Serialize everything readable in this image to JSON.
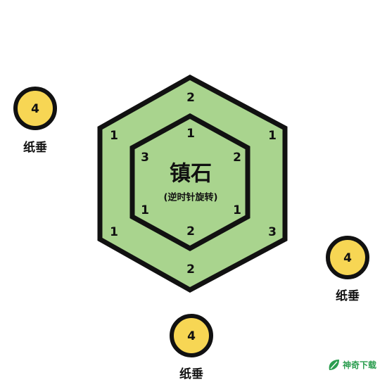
{
  "stone": {
    "title": "镇石",
    "subtitle": "(逆时针旋转)",
    "fill_color": "#a9d48e",
    "stroke_color": "#111111",
    "outer_ring": [
      "2",
      "1",
      "3",
      "2",
      "1",
      "1"
    ],
    "inner_ring": [
      "1",
      "2",
      "1",
      "2",
      "1",
      "3"
    ]
  },
  "weights": [
    {
      "value": "4",
      "label": "纸垂"
    },
    {
      "value": "4",
      "label": "纸垂"
    },
    {
      "value": "4",
      "label": "纸垂"
    }
  ],
  "coin_color": "#f7d654",
  "watermark": {
    "text": "神奇下载",
    "icon": "leaf-download-icon",
    "color": "#2a9d4e"
  }
}
